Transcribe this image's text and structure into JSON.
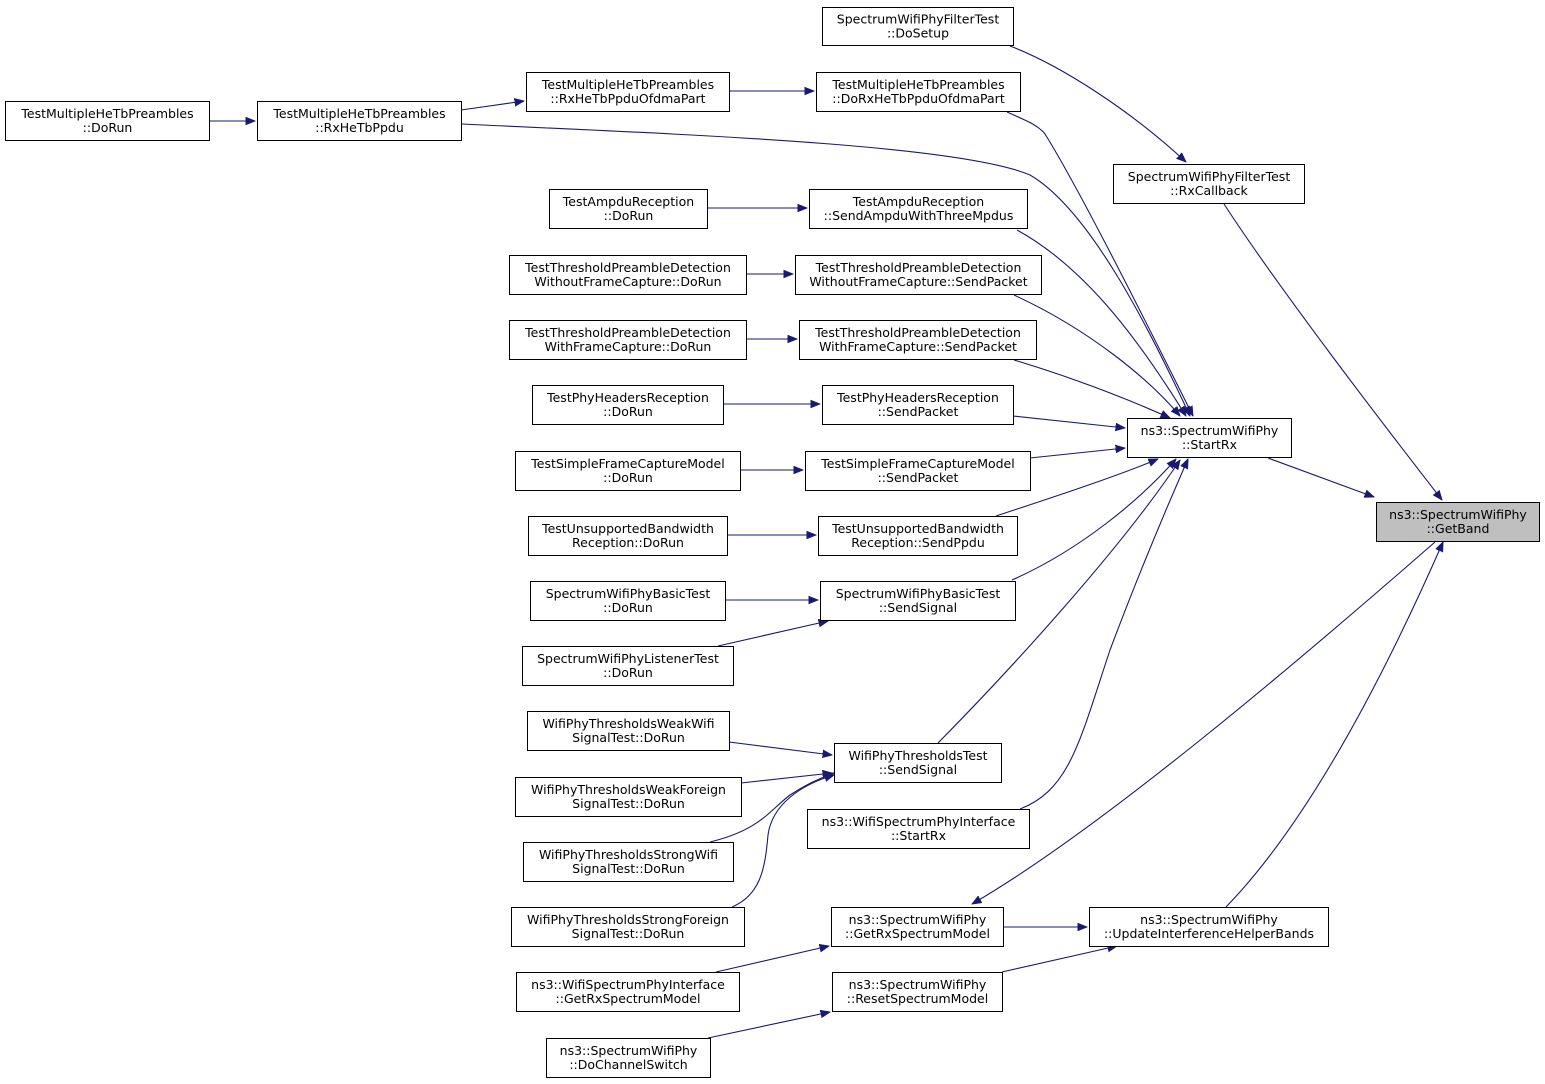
{
  "colors": {
    "edge": "#191970",
    "node_border": "#000000",
    "focus_fill": "#bfbfbf",
    "node_fill": "#ffffff"
  },
  "nodes": [
    {
      "id": "spectrum_getband",
      "lines": [
        "ns3::SpectrumWifiPhy",
        "::GetBand"
      ],
      "focus": true
    },
    {
      "id": "filter_dosetup",
      "lines": [
        "SpectrumWifiPhyFilterTest",
        "::DoSetup"
      ]
    },
    {
      "id": "filter_rxcallback",
      "lines": [
        "SpectrumWifiPhyFilterTest",
        "::RxCallback"
      ]
    },
    {
      "id": "mhe_dorun",
      "lines": [
        "TestMultipleHeTbPreambles",
        "::DoRun"
      ]
    },
    {
      "id": "mhe_rxhetbppdu",
      "lines": [
        "TestMultipleHeTbPreambles",
        "::RxHeTbPpdu"
      ]
    },
    {
      "id": "mhe_rxofdma",
      "lines": [
        "TestMultipleHeTbPreambles",
        "::RxHeTbPpduOfdmaPart"
      ]
    },
    {
      "id": "mhe_dorxofdma",
      "lines": [
        "TestMultipleHeTbPreambles",
        "::DoRxHeTbPpduOfdmaPart"
      ]
    },
    {
      "id": "ampdu_dorun",
      "lines": [
        "TestAmpduReception",
        "::DoRun"
      ]
    },
    {
      "id": "ampdu_send",
      "lines": [
        "TestAmpduReception",
        "::SendAmpduWithThreeMpdus"
      ]
    },
    {
      "id": "tpd_wo_dorun",
      "lines": [
        "TestThresholdPreambleDetection",
        "WithoutFrameCapture::DoRun"
      ]
    },
    {
      "id": "tpd_wo_send",
      "lines": [
        "TestThresholdPreambleDetection",
        "WithoutFrameCapture::SendPacket"
      ]
    },
    {
      "id": "tpd_w_dorun",
      "lines": [
        "TestThresholdPreambleDetection",
        "WithFrameCapture::DoRun"
      ]
    },
    {
      "id": "tpd_w_send",
      "lines": [
        "TestThresholdPreambleDetection",
        "WithFrameCapture::SendPacket"
      ]
    },
    {
      "id": "phr_dorun",
      "lines": [
        "TestPhyHeadersReception",
        "::DoRun"
      ]
    },
    {
      "id": "phr_send",
      "lines": [
        "TestPhyHeadersReception",
        "::SendPacket"
      ]
    },
    {
      "id": "sfc_dorun",
      "lines": [
        "TestSimpleFrameCaptureModel",
        "::DoRun"
      ]
    },
    {
      "id": "sfc_send",
      "lines": [
        "TestSimpleFrameCaptureModel",
        "::SendPacket"
      ]
    },
    {
      "id": "ubw_dorun",
      "lines": [
        "TestUnsupportedBandwidth",
        "Reception::DoRun"
      ]
    },
    {
      "id": "ubw_send",
      "lines": [
        "TestUnsupportedBandwidth",
        "Reception::SendPpdu"
      ]
    },
    {
      "id": "basic_dorun",
      "lines": [
        "SpectrumWifiPhyBasicTest",
        "::DoRun"
      ]
    },
    {
      "id": "basic_send",
      "lines": [
        "SpectrumWifiPhyBasicTest",
        "::SendSignal"
      ]
    },
    {
      "id": "listener_dorun",
      "lines": [
        "SpectrumWifiPhyListenerTest",
        "::DoRun"
      ]
    },
    {
      "id": "startrx",
      "lines": [
        "ns3::SpectrumWifiPhy",
        "::StartRx"
      ]
    },
    {
      "id": "wpt_weakwifi",
      "lines": [
        "WifiPhyThresholdsWeakWifi",
        "SignalTest::DoRun"
      ]
    },
    {
      "id": "wpt_weakforeign",
      "lines": [
        "WifiPhyThresholdsWeakForeign",
        "SignalTest::DoRun"
      ]
    },
    {
      "id": "wpt_strongwifi",
      "lines": [
        "WifiPhyThresholdsStrongWifi",
        "SignalTest::DoRun"
      ]
    },
    {
      "id": "wpt_strongforeign",
      "lines": [
        "WifiPhyThresholdsStrongForeign",
        "SignalTest::DoRun"
      ]
    },
    {
      "id": "wpt_send",
      "lines": [
        "WifiPhyThresholdsTest",
        "::SendSignal"
      ]
    },
    {
      "id": "wspi_startrx",
      "lines": [
        "ns3::WifiSpectrumPhyInterface",
        "::StartRx"
      ]
    },
    {
      "id": "getrxsm",
      "lines": [
        "ns3::SpectrumWifiPhy",
        "::GetRxSpectrumModel"
      ]
    },
    {
      "id": "updatebands",
      "lines": [
        "ns3::SpectrumWifiPhy",
        "::UpdateInterferenceHelperBands"
      ]
    },
    {
      "id": "wspi_getrxsm",
      "lines": [
        "ns3::WifiSpectrumPhyInterface",
        "::GetRxSpectrumModel"
      ]
    },
    {
      "id": "resetsm",
      "lines": [
        "ns3::SpectrumWifiPhy",
        "::ResetSpectrumModel"
      ]
    },
    {
      "id": "dochannelswitch",
      "lines": [
        "ns3::SpectrumWifiPhy",
        "::DoChannelSwitch"
      ]
    }
  ],
  "edges": [
    {
      "from": "filter_dosetup",
      "to": "filter_rxcallback"
    },
    {
      "from": "filter_rxcallback",
      "to": "spectrum_getband"
    },
    {
      "from": "mhe_dorun",
      "to": "mhe_rxhetbppdu"
    },
    {
      "from": "mhe_rxhetbppdu",
      "to": "mhe_rxofdma"
    },
    {
      "from": "mhe_rxofdma",
      "to": "mhe_dorxofdma"
    },
    {
      "from": "mhe_dorxofdma",
      "to": "startrx"
    },
    {
      "from": "mhe_rxhetbppdu",
      "to": "startrx"
    },
    {
      "from": "ampdu_dorun",
      "to": "ampdu_send"
    },
    {
      "from": "ampdu_send",
      "to": "startrx"
    },
    {
      "from": "tpd_wo_dorun",
      "to": "tpd_wo_send"
    },
    {
      "from": "tpd_wo_send",
      "to": "startrx"
    },
    {
      "from": "tpd_w_dorun",
      "to": "tpd_w_send"
    },
    {
      "from": "tpd_w_send",
      "to": "startrx"
    },
    {
      "from": "phr_dorun",
      "to": "phr_send"
    },
    {
      "from": "phr_send",
      "to": "startrx"
    },
    {
      "from": "sfc_dorun",
      "to": "sfc_send"
    },
    {
      "from": "sfc_send",
      "to": "startrx"
    },
    {
      "from": "ubw_dorun",
      "to": "ubw_send"
    },
    {
      "from": "ubw_send",
      "to": "startrx"
    },
    {
      "from": "basic_dorun",
      "to": "basic_send"
    },
    {
      "from": "listener_dorun",
      "to": "basic_send"
    },
    {
      "from": "basic_send",
      "to": "startrx"
    },
    {
      "from": "wpt_weakwifi",
      "to": "wpt_send"
    },
    {
      "from": "wpt_weakforeign",
      "to": "wpt_send"
    },
    {
      "from": "wpt_strongwifi",
      "to": "wpt_send"
    },
    {
      "from": "wpt_strongforeign",
      "to": "wpt_send"
    },
    {
      "from": "wpt_send",
      "to": "startrx"
    },
    {
      "from": "wspi_startrx",
      "to": "startrx"
    },
    {
      "from": "startrx",
      "to": "spectrum_getband"
    },
    {
      "from": "spectrum_getband",
      "to": "getrxsm"
    },
    {
      "from": "getrxsm",
      "to": "updatebands"
    },
    {
      "from": "updatebands",
      "to": "spectrum_getband"
    },
    {
      "from": "wspi_getrxsm",
      "to": "getrxsm"
    },
    {
      "from": "resetsm",
      "to": "updatebands"
    },
    {
      "from": "dochannelswitch",
      "to": "resetsm"
    }
  ]
}
